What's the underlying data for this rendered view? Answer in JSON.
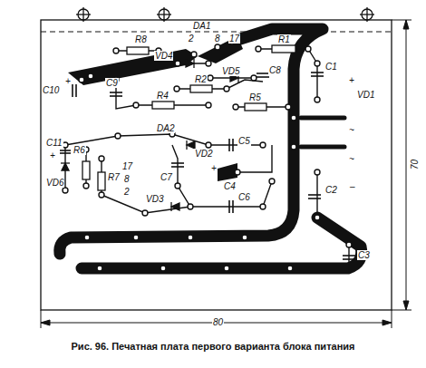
{
  "diagram": {
    "caption": "Рис. 96. Печатная плата первого варианта блока питания",
    "labels": [
      "R8",
      "DA1",
      "2",
      "8",
      "17",
      "R1",
      "VD4",
      "VD5",
      "+",
      "C10",
      "C9",
      "R4",
      "R2",
      "R5",
      "C8",
      "C1",
      "+",
      "VD1",
      "~",
      "~",
      "–",
      "C2",
      "C11",
      "+",
      "VD6",
      "R6",
      "R7",
      "17",
      "8",
      "2",
      "DA2",
      "VD2",
      "C5",
      "+",
      "C4",
      "C7",
      "VD3",
      "C6",
      "C3",
      "70",
      "80"
    ]
  }
}
